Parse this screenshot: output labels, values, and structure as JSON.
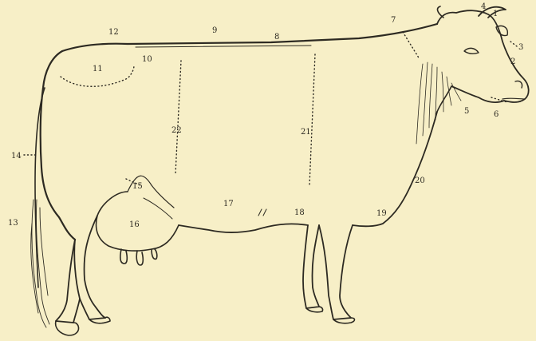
{
  "diagram": {
    "background": "#f7efc7",
    "ink": "#2d2a22",
    "subject": "cow-side-view-line-drawing",
    "labels": [
      {
        "id": "1",
        "text": "1"
      },
      {
        "id": "2",
        "text": "2"
      },
      {
        "id": "3",
        "text": "3"
      },
      {
        "id": "4",
        "text": "4"
      },
      {
        "id": "5",
        "text": "5"
      },
      {
        "id": "6",
        "text": "6"
      },
      {
        "id": "7",
        "text": "7"
      },
      {
        "id": "8",
        "text": "8"
      },
      {
        "id": "9",
        "text": "9"
      },
      {
        "id": "10",
        "text": "10"
      },
      {
        "id": "11",
        "text": "11"
      },
      {
        "id": "12",
        "text": "12"
      },
      {
        "id": "13",
        "text": "13"
      },
      {
        "id": "14",
        "text": "14"
      },
      {
        "id": "15",
        "text": "15"
      },
      {
        "id": "16",
        "text": "16"
      },
      {
        "id": "17",
        "text": "17"
      },
      {
        "id": "18",
        "text": "18"
      },
      {
        "id": "19",
        "text": "19"
      },
      {
        "id": "20",
        "text": "20"
      },
      {
        "id": "21",
        "text": "21"
      },
      {
        "id": "22",
        "text": "22"
      }
    ]
  }
}
